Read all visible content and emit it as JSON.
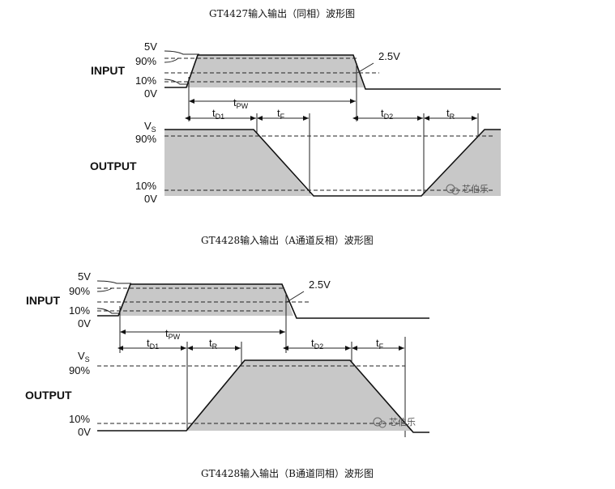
{
  "captions": {
    "d1": "GT4427输入输出（同相）波形图",
    "d2": "GT4428输入输出（A通道反相）波形图",
    "d3": "GT4428输入输出（B通道同相）波形图"
  },
  "labels": {
    "v5": "5V",
    "p90": "90%",
    "p10": "10%",
    "v0": "0V",
    "v25": "2.5V",
    "input": "INPUT",
    "output": "OUTPUT",
    "vs_main": "V",
    "vs_sub": "S",
    "t": "t",
    "pw": "PW",
    "d1": "D1",
    "d2": "D2",
    "f": "F",
    "r": "R"
  },
  "watermark": "芯伯乐",
  "colors": {
    "fill": "#c8c8c8",
    "line": "#111111"
  }
}
